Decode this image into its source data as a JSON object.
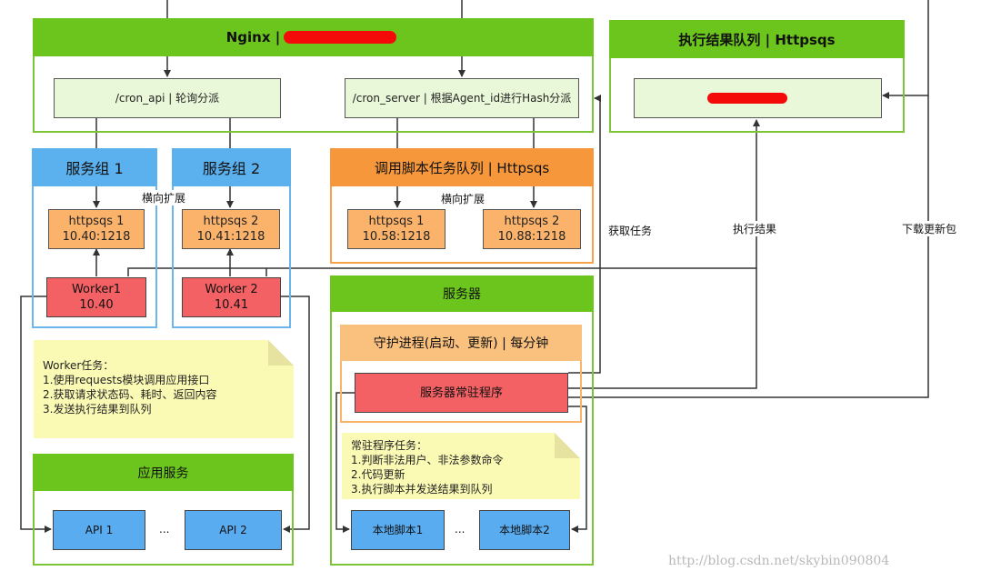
{
  "nginx": {
    "title": "Nginx |"
  },
  "cron_api": "/cron_api | 轮询分派",
  "cron_server": "/cron_server | 根据Agent_id进行Hash分派",
  "result_queue": {
    "title": "执行结果队列 | Httpsqs"
  },
  "group1": {
    "title": "服务组 1",
    "httpsqs": [
      "httpsqs 1",
      "10.40:1218"
    ],
    "worker": [
      "Worker1",
      "10.40"
    ]
  },
  "group2": {
    "title": "服务组 2",
    "httpsqs": [
      "httpsqs 2",
      "10.41:1218"
    ],
    "worker": [
      "Worker 2",
      "10.41"
    ]
  },
  "scale_label": "横向扩展",
  "task_queue": {
    "title": "调用脚本任务队列 | Httpsqs",
    "scale_label": "横向扩展",
    "q1": [
      "httpsqs 1",
      "10.58:1218"
    ],
    "q2": [
      "httpsqs 2",
      "10.88:1218"
    ]
  },
  "labels": {
    "get_task": "获取任务",
    "exec_result": "执行结果",
    "download": "下载更新包"
  },
  "server": {
    "title": "服务器",
    "daemon_title": "守护进程(启动、更新) | 每分钟",
    "resident": "服务器常驻程序",
    "note_title": "常驻程序任务：",
    "note_items": [
      "1.判断非法用户、非法参数命令",
      "2.代码更新",
      "3.执行脚本并发送结果到队列"
    ],
    "script1": "本地脚本1",
    "script2": "本地脚本2",
    "ellipsis": "..."
  },
  "worker_note": {
    "title": "Worker任务：",
    "items": [
      "1.使用requests模块调用应用接口",
      "2.获取请求状态码、耗时、返回内容",
      "3.发送执行结果到队列"
    ]
  },
  "app_service": {
    "title": "应用服务",
    "api1": "API 1",
    "api2": "API 2",
    "ellipsis": "..."
  },
  "watermark": "http://blog.csdn.net/skybin090804",
  "colors": {
    "green": "#6cc51c",
    "blue": "#5bb0ee",
    "orange": "#f5973a",
    "red": "#f46164",
    "note": "#fbfab5"
  }
}
